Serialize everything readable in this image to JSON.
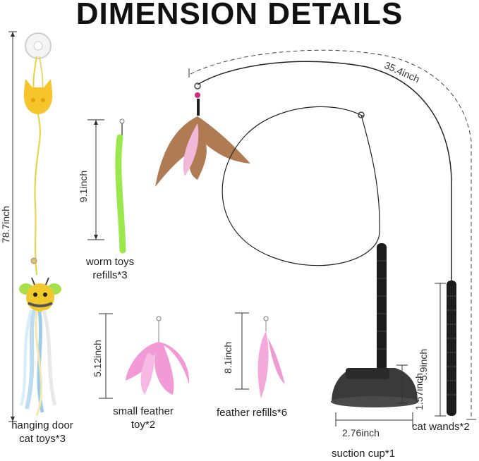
{
  "title": "DIMENSION DETAILS",
  "products": {
    "hanging": {
      "name_line1": "hanging door",
      "name_line2": "cat toys*3",
      "length": "78.7inch"
    },
    "worm": {
      "name_line1": "worm toys",
      "name_line2": "refills*3",
      "length": "9.1inch"
    },
    "small_feather": {
      "name_line1": "small feather",
      "name_line2": "toy*2",
      "length": "5.12inch"
    },
    "feather_refills": {
      "name": "feather refills*6",
      "length": "8.1inch"
    },
    "suction_cup": {
      "name": "suction cup*1",
      "width": "2.76inch",
      "height": "1.57inch"
    },
    "wands": {
      "name": "cat wands*2",
      "length": "35.4inch",
      "handle": "5.9inch"
    }
  },
  "colors": {
    "yellow": "#f2d22e",
    "green": "#8fe04a",
    "pink": "#f2a7d8",
    "brown": "#8a5a3c",
    "black": "#1a1a1a"
  }
}
